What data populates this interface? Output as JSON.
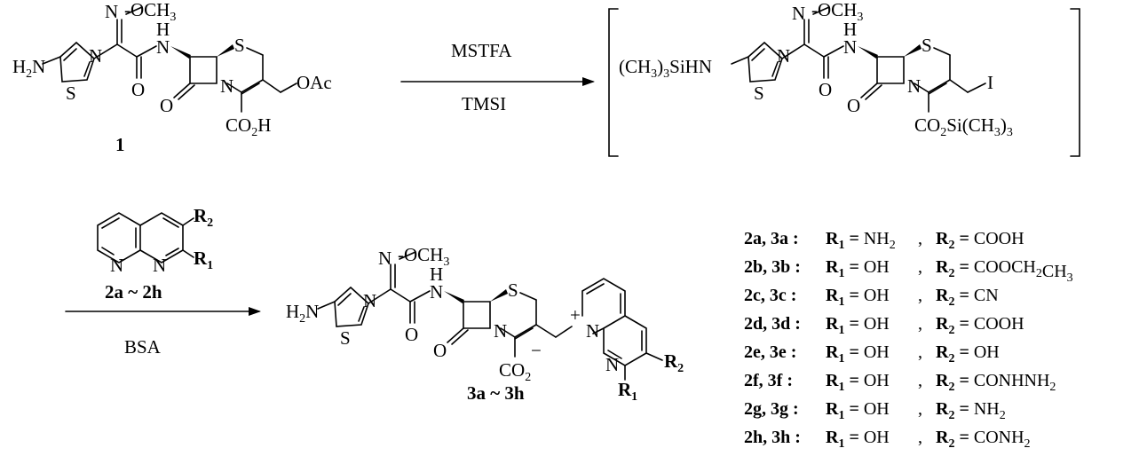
{
  "reaction": {
    "step1_reagent_top": "MSTFA",
    "step1_reagent_bottom": "TMSI",
    "step2_reagent_bottom": "BSA",
    "reagent_2_label": "2a ~ 2h",
    "starting_material_label": "1",
    "product_label": "3a ~ 3h"
  },
  "atoms": {
    "methoxy": "OCH3",
    "H": "H",
    "N": "N",
    "S": "S",
    "O": "O",
    "H2N": "H2N",
    "OAc": "OAc",
    "CO2H": "CO2H",
    "tms_amine": "(CH3)3SiHN",
    "I": "I",
    "tms_ester": "CO2Si(CH3)3",
    "CO2minus": "CO2",
    "R1": "R1",
    "R2": "R2",
    "plus": "+",
    "minus": "−"
  },
  "legend": [
    {
      "compounds": "2a, 3a",
      "r1": "NH2",
      "r2": "COOH"
    },
    {
      "compounds": "2b, 3b",
      "r1": "OH",
      "r2": "COOCH2CH3"
    },
    {
      "compounds": "2c, 3c",
      "r1": "OH",
      "r2": "CN"
    },
    {
      "compounds": "2d, 3d",
      "r1": "OH",
      "r2": "COOH"
    },
    {
      "compounds": "2e, 3e",
      "r1": "OH",
      "r2": "OH"
    },
    {
      "compounds": "2f, 3f",
      "r1": "OH",
      "r2": "CONHNH2"
    },
    {
      "compounds": "2g, 3g",
      "r1": "OH",
      "r2": "NH2"
    },
    {
      "compounds": "2h, 3h",
      "r1": "OH",
      "r2": "CONH2"
    }
  ]
}
